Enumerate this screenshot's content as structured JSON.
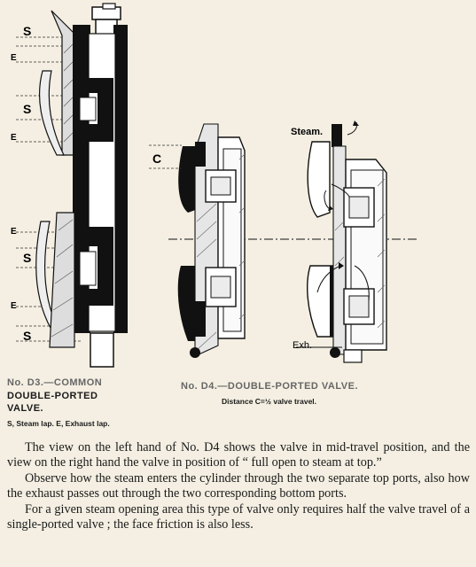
{
  "figure_d3": {
    "caption_number": "No. D3.—COMMON",
    "caption_title": "DOUBLE-PORTED",
    "caption_title2": "VALVE.",
    "note": "S, Steam lap.  E, Exhaust lap.",
    "labels": {
      "s_top": "S",
      "e_1": "E",
      "s_2": "S",
      "e_2": "E",
      "e_3": "E",
      "s_3": "S",
      "e_4": "E",
      "s_4": "S"
    }
  },
  "figure_d4": {
    "caption_number": "No. D4.—",
    "caption_title": "DOUBLE-PORTED VALVE.",
    "note": "Distance C=½ valve travel.",
    "labels": {
      "c": "C",
      "steam": "Steam.",
      "exh": "Exh."
    }
  },
  "body": {
    "p1": "The view on the left hand of No. D4 shows the valve in mid-travel position, and the view on the right hand the valve in position of “ full open to steam at top.”",
    "p2": "Observe how the steam enters the cylinder through the two separate top ports, also how the exhaust passes out through the two corresponding bottom ports.",
    "p3": "For a given steam opening area this type of valve only requires half the valve travel of a single-ported valve ; the face friction is also less."
  }
}
